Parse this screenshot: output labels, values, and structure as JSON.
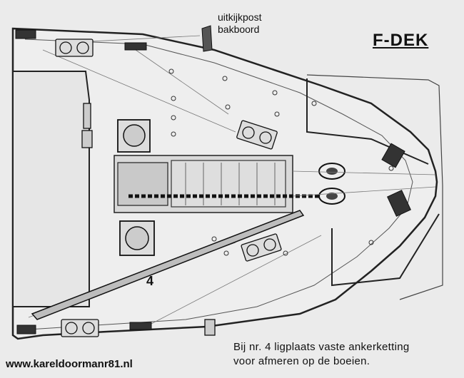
{
  "labels": {
    "lookout_line1": "uitkijkpost",
    "lookout_line2": "bakboord",
    "deck_title": "F-DEK",
    "item_number": "4",
    "note_line1": "Bij nr. 4 ligplaats vaste ankerketting",
    "note_line2": "voor afmeren op de boeien.",
    "website": "www.kareldoormanr81.nl"
  }
}
